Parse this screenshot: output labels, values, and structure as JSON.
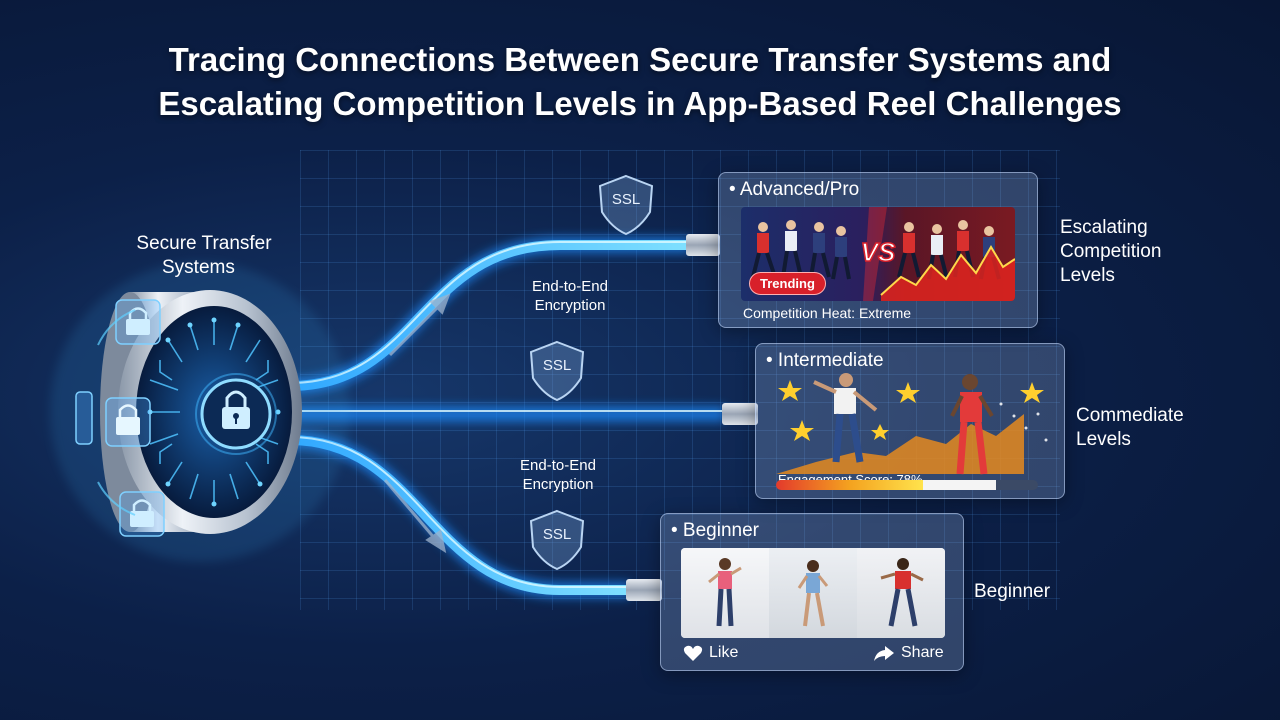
{
  "title": {
    "line1": "Tracing Connections Between Secure Transfer Systems and",
    "line2": "Escalating Competition Levels in App-Based Reel Challenges"
  },
  "hub": {
    "label_line1": "Secure Transfer",
    "label_line2": "Systems"
  },
  "shields": [
    "SSL",
    "SSL",
    "SSL"
  ],
  "encryption": [
    {
      "line1": "End-to-End",
      "line2": "Encryption"
    },
    {
      "line1": "End-to-End",
      "line2": "Encryption"
    }
  ],
  "cards": {
    "pro": {
      "title": "• Advanced/Pro",
      "badge": "Trending",
      "vs": "VS",
      "footer": "Competition Heat: Extreme"
    },
    "intermediate": {
      "title": "• Intermediate",
      "score_label": "Engagement Score: 78%",
      "score": 0.78
    },
    "beginner": {
      "title": "• Beginner",
      "like": "Like",
      "share": "Share"
    }
  },
  "side_labels": {
    "pro": {
      "line1": "Escalating",
      "line2": "Competition",
      "line3": "Levels"
    },
    "intermediate": {
      "line1": "Commediate",
      "line2": "Levels"
    },
    "beginner": "Beginner"
  },
  "colors": {
    "cable": "#3fc4ff",
    "cable_glow": "#1a7fe0",
    "trending_red": "#d8202a",
    "star": "#ffcf2e"
  }
}
